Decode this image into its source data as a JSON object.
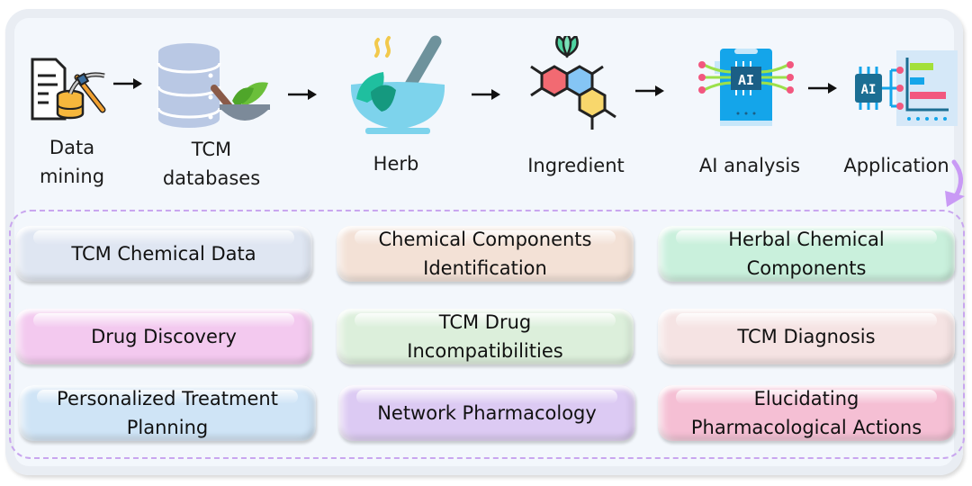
{
  "workflow": {
    "steps": [
      {
        "label_line1": "Data",
        "label_line2": "mining",
        "icon": "data-mining-icon"
      },
      {
        "label_line1": "TCM",
        "label_line2": "databases",
        "icon": "database-herb-icon"
      },
      {
        "label_line1": "Herb",
        "label_line2": "",
        "icon": "mortar-herb-icon"
      },
      {
        "label_line1": "Ingredient",
        "label_line2": "",
        "icon": "molecule-icon"
      },
      {
        "label_line1": "AI analysis",
        "label_line2": "",
        "icon": "ai-chip-icon"
      },
      {
        "label_line1": "Application",
        "label_line2": "",
        "icon": "ai-chart-icon"
      }
    ]
  },
  "applications": [
    {
      "line1": "TCM Chemical Data",
      "line2": "",
      "color": "#dfe6f2"
    },
    {
      "line1": "Chemical Components",
      "line2": "Identification",
      "color": "#f3e1d6"
    },
    {
      "line1": "Herbal Chemical",
      "line2": "Components",
      "color": "#c9f0dc"
    },
    {
      "line1": "Drug Discovery",
      "line2": "",
      "color": "#f3c9ef"
    },
    {
      "line1": "TCM Drug",
      "line2": "Incompatibilities",
      "color": "#dcefdb"
    },
    {
      "line1": "TCM Diagnosis",
      "line2": "",
      "color": "#f5e3e3"
    },
    {
      "line1": "Personalized Treatment",
      "line2": "Planning",
      "color": "#cfe4f6"
    },
    {
      "line1": "Network Pharmacology",
      "line2": "",
      "color": "#dccaf3"
    },
    {
      "line1": "Elucidating",
      "line2": "Pharmacological Actions",
      "color": "#f5bfd4"
    }
  ],
  "colors": {
    "dashed_border": "#c9a6ef",
    "curved_arrow": "#c99af5"
  }
}
